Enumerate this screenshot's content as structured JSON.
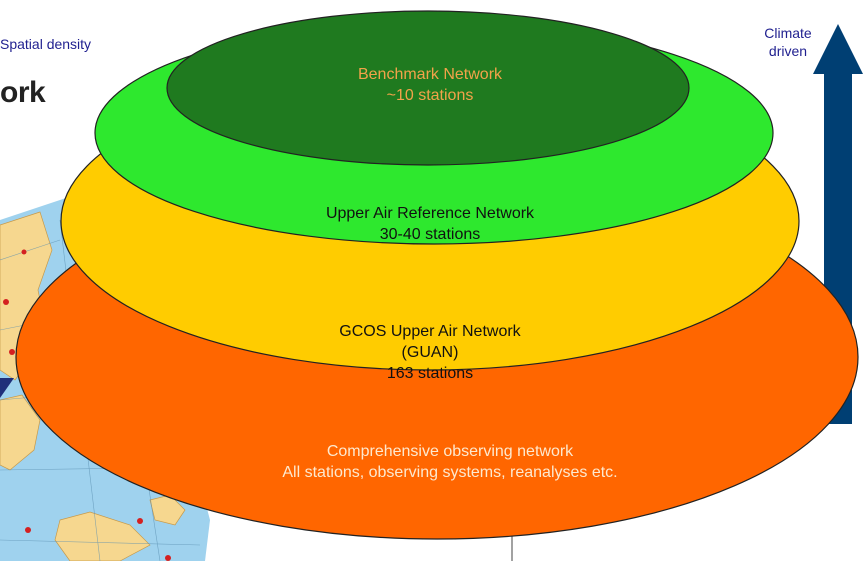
{
  "header": {
    "spatial_density": "Spatial density",
    "title_fragment": "ork"
  },
  "climate": {
    "line1": "Climate",
    "line2": "driven"
  },
  "layers": [
    {
      "name": "Benchmark Network",
      "count": "~10 stations",
      "color": "#1f7a1f"
    },
    {
      "name": "Upper Air Reference Network",
      "count": "30-40 stations",
      "color": "#2ee82e"
    },
    {
      "name": "GCOS Upper Air Network",
      "abbr": "(GUAN)",
      "count": "163 stations",
      "color": "#ffcc00"
    },
    {
      "name": "Comprehensive observing network",
      "count": "All stations, observing systems, reanalyses etc.",
      "color": "#ff6600"
    }
  ],
  "colors": {
    "arrow": "#003f73",
    "map_ocean": "#9fd2ee",
    "map_land": "#f6d78f",
    "station_dot": "#d42020"
  }
}
